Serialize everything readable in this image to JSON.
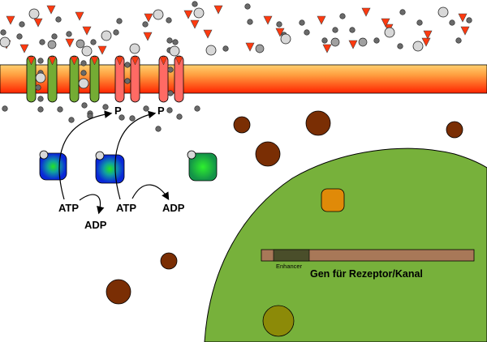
{
  "labels": {
    "phospho_1": "P",
    "phospho_2": "P",
    "atp_1": "ATP",
    "adp_1": "ADP",
    "atp_2": "ATP",
    "adp_2": "ADP",
    "enhancer": "Enhancer",
    "gene": "Gen für Rezeptor/Kanal"
  },
  "colors": {
    "membrane_top": "#ffc060",
    "membrane_bottom": "#ff2a00",
    "channel_green": "#74ac34",
    "channel_red": "#ff6a64",
    "ligand": "#ff3a10",
    "ion_dark": "#6a6a6a",
    "ion_light": "#d8d8d8",
    "vesicle": "#7a2e04",
    "nucleus": "#77b13b",
    "kinase_center": "#22e02a",
    "kinase_edge": "#0a22d8",
    "inactive_kinase": "#16a040",
    "orange_protein": "#e08a08",
    "olive_body": "#8c8a08",
    "gene_bar": "#a87858",
    "enhancer_bar": "#4a4e2a"
  },
  "icons": {
    "ligand": "triangle-down",
    "ion": "circle",
    "vesicle": "circle",
    "kinase": "rounded-square"
  }
}
